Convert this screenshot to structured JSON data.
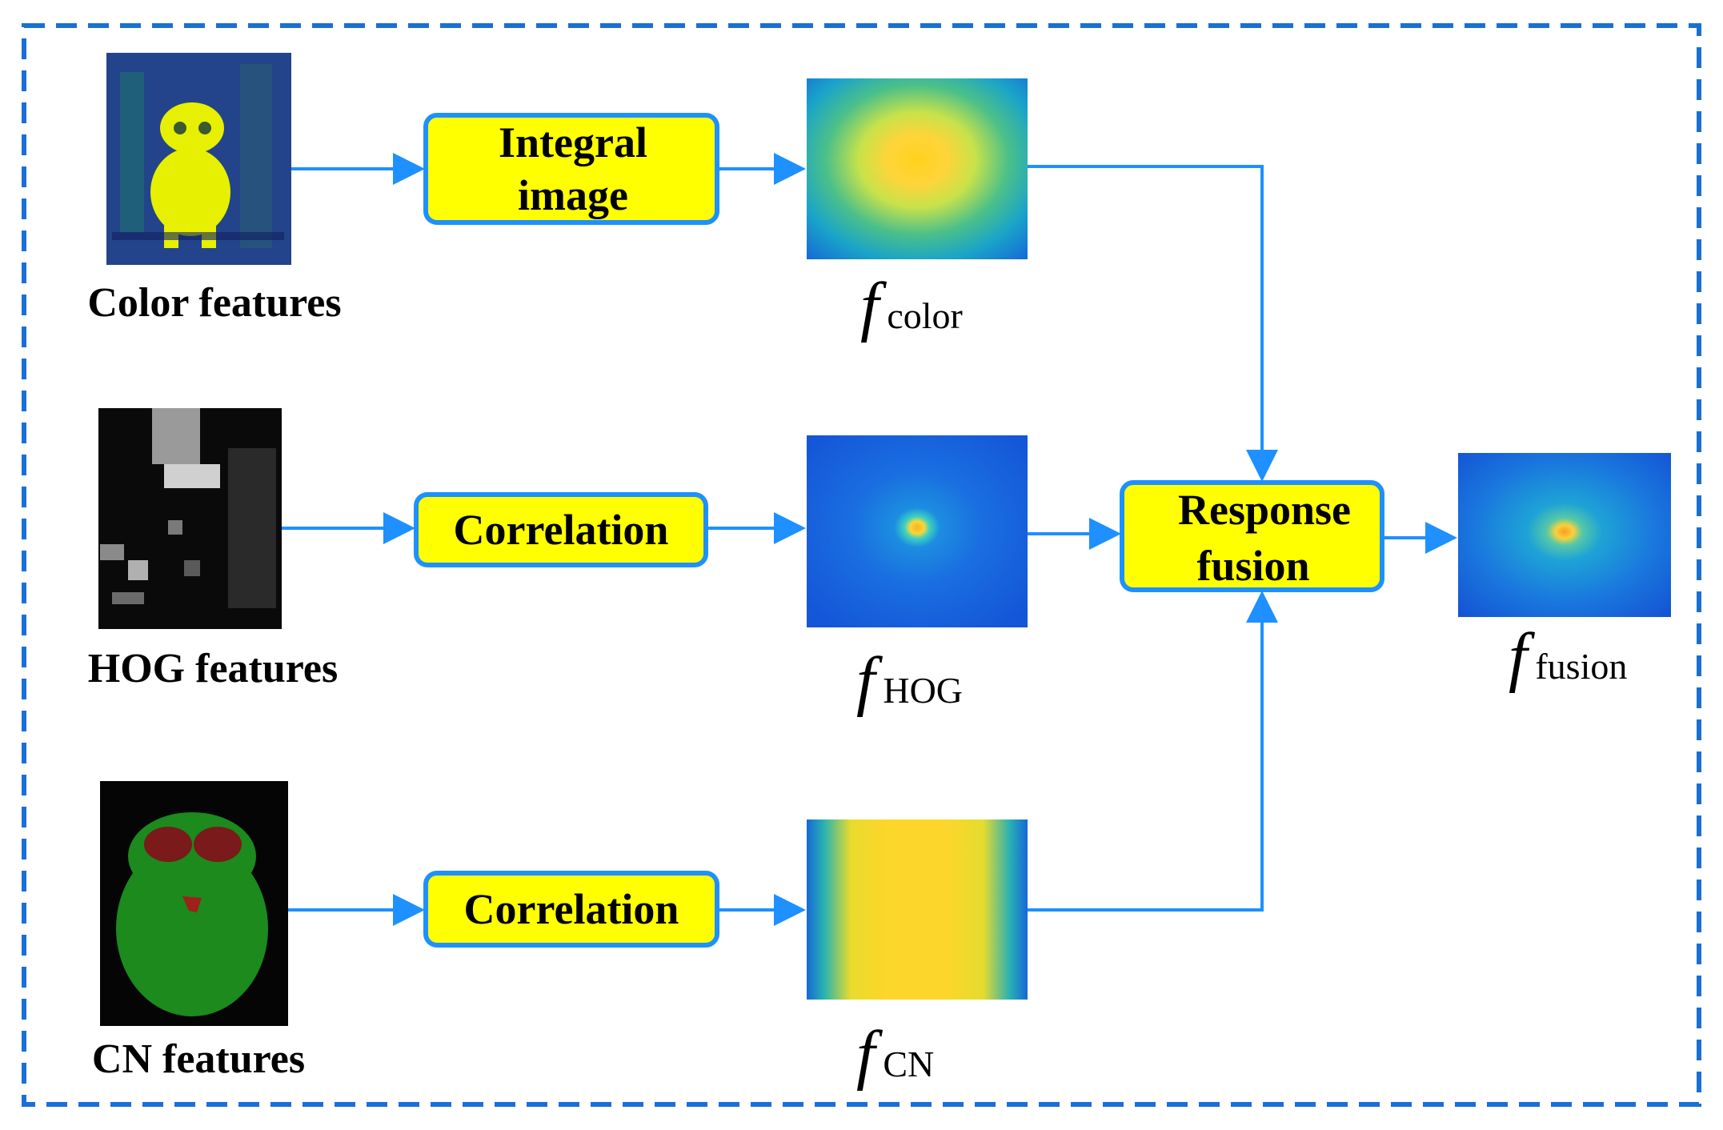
{
  "inputs": {
    "color": {
      "label": "Color features"
    },
    "hog": {
      "label": "HOG features"
    },
    "cn": {
      "label": "CN features"
    }
  },
  "operations": {
    "integral": {
      "line1": "Integral",
      "line2": "image"
    },
    "correlation_hog": {
      "label": "Correlation"
    },
    "correlation_cn": {
      "label": "Correlation"
    },
    "fusion": {
      "line1": "Response",
      "line2": "fusion"
    }
  },
  "responses": {
    "color": {
      "symbol": "f",
      "subscript": "color"
    },
    "hog": {
      "symbol": "f",
      "subscript": "HOG"
    },
    "cn": {
      "symbol": "f",
      "subscript": "CN"
    },
    "fusion": {
      "symbol": "f",
      "subscript": "fusion"
    }
  },
  "colors": {
    "frame": "#1a6fd6",
    "arrow": "#1e90ff",
    "box_fill": "#ffff00",
    "box_stroke": "#1e90ff"
  }
}
